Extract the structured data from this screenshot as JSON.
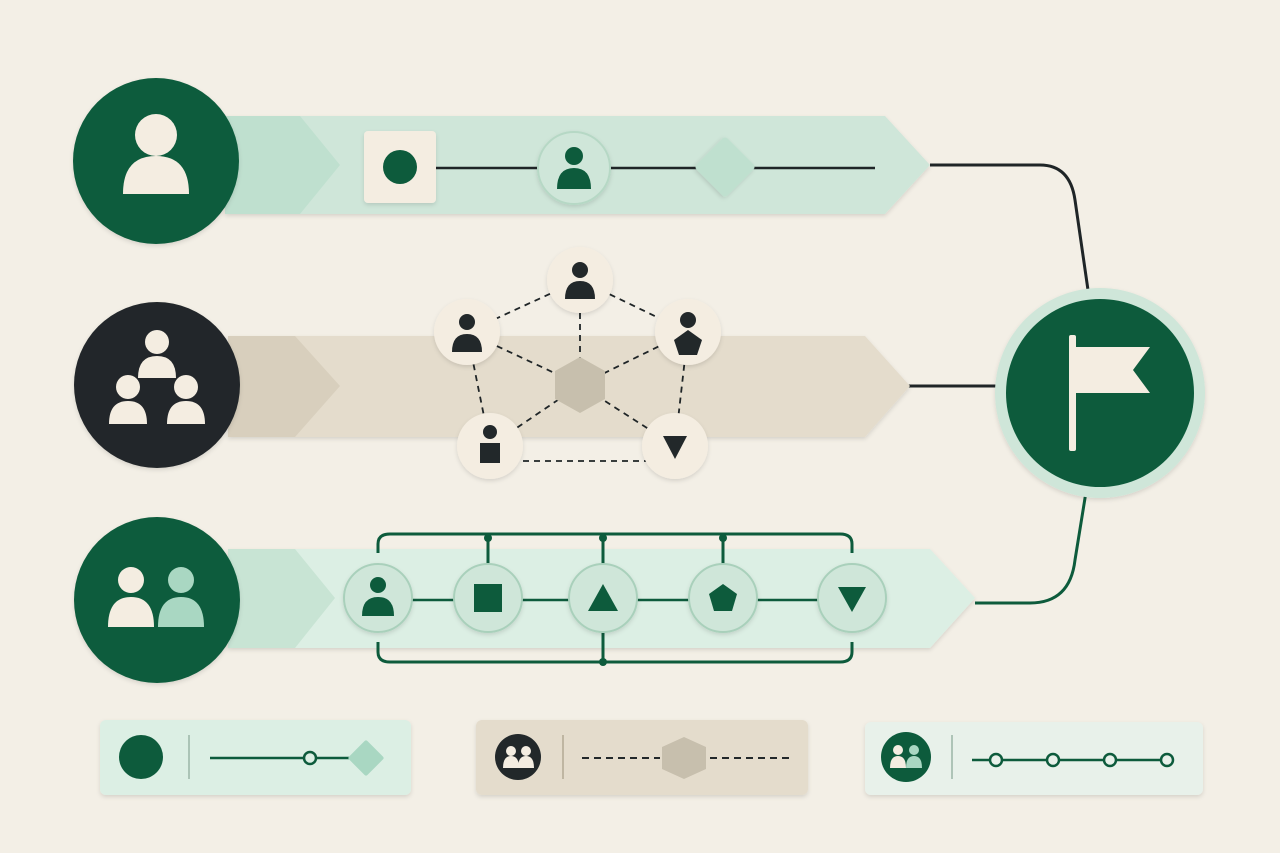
{
  "palette": {
    "background": "#f3efe6",
    "dark_green": "#0d5b3c",
    "mint": "#cfe6d9",
    "mint_light": "#dcefe4",
    "charcoal": "#22282a",
    "cream": "#f4ede1",
    "beige": "#e4dccc",
    "taupe": "#c7bfad",
    "line": "#1f2527"
  },
  "lanes": [
    {
      "id": "lane-individual",
      "lead_icon": "person-icon",
      "lead_color": "dark_green",
      "band_color": "mint",
      "nodes": [
        "dot-icon",
        "person-icon",
        "diamond-icon"
      ]
    },
    {
      "id": "lane-group",
      "lead_icon": "team-hierarchy-icon",
      "lead_color": "charcoal",
      "band_color": "beige",
      "nodes": [
        "person-icon",
        "person-icon",
        "person-pentagon-icon",
        "person-square-icon",
        "triangle-down-icon",
        "hexagon-hub-icon"
      ]
    },
    {
      "id": "lane-pair",
      "lead_icon": "two-people-icon",
      "lead_color": "dark_green",
      "band_color": "mint_light",
      "nodes": [
        "person-icon",
        "square-icon",
        "triangle-icon",
        "pentagon-icon",
        "triangle-down-icon"
      ]
    }
  ],
  "goal": {
    "icon": "flag-icon",
    "color": "dark_green"
  },
  "legend": [
    {
      "id": "legend-individual",
      "icon": "dot-icon",
      "connector": "solid",
      "end_marker": "diamond-icon",
      "color": "mint"
    },
    {
      "id": "legend-group",
      "icon": "two-people-icon",
      "connector": "dashed",
      "end_marker": "hexagon-icon",
      "color": "beige"
    },
    {
      "id": "legend-pair",
      "icon": "two-people-icon",
      "connector": "solid-with-dots",
      "end_marker": "none",
      "color": "mint_light"
    }
  ]
}
